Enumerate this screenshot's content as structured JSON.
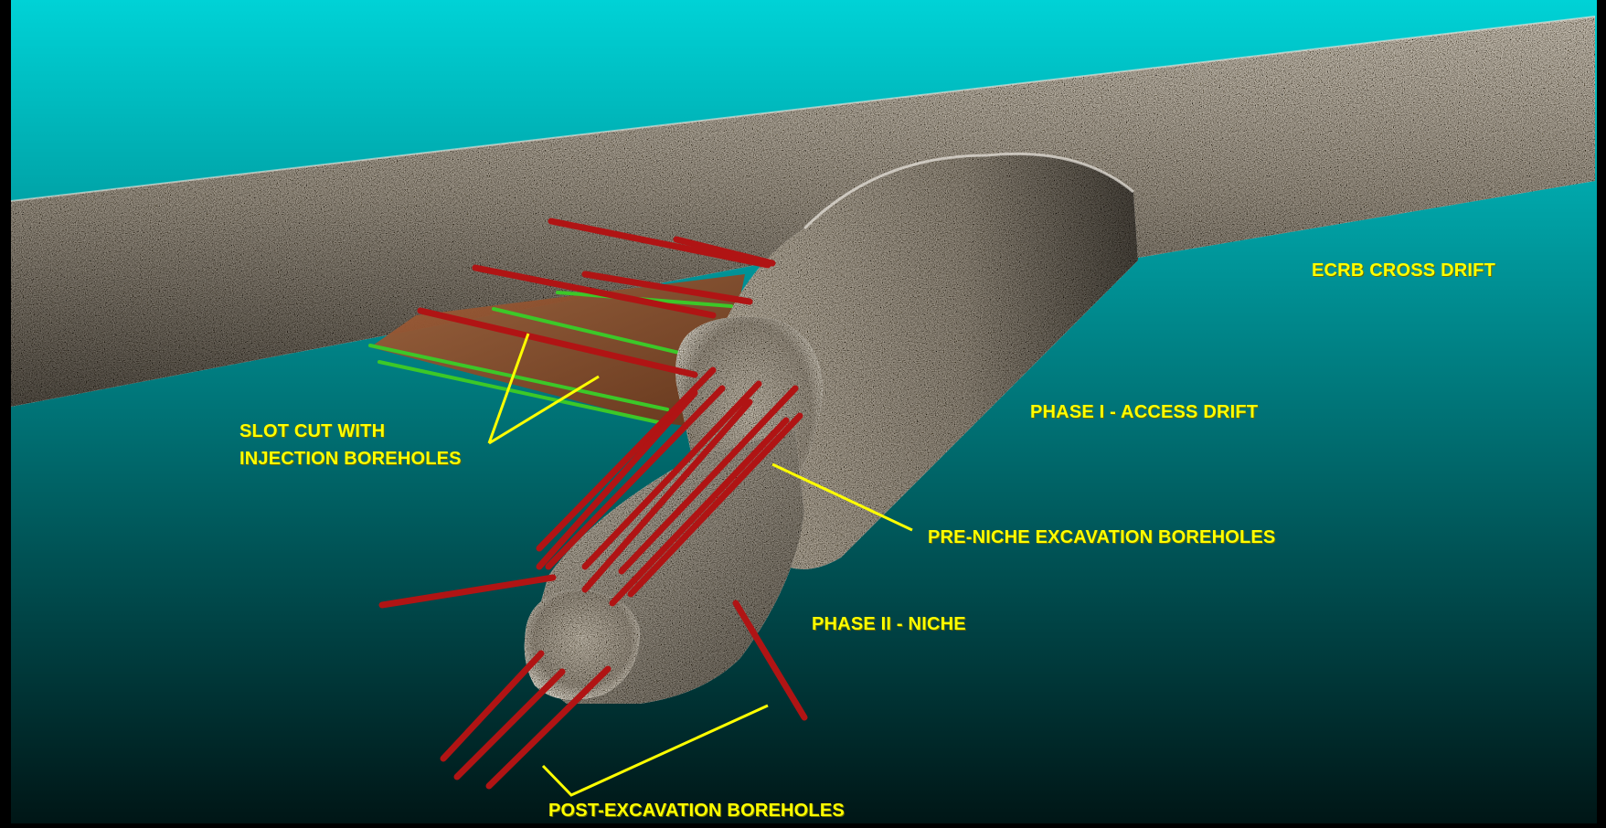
{
  "labels": {
    "ecrb": "ECRB CROSS DRIFT",
    "phase1": "PHASE I - ACCESS DRIFT",
    "pre_niche": "PRE-NICHE EXCAVATION BOREHOLES",
    "phase2": "PHASE II - NICHE",
    "slot_line1": "SLOT CUT WITH",
    "slot_line2": "INJECTION BOREHOLES",
    "post": "POST-EXCAVATION BOREHOLES"
  },
  "colors": {
    "background_top": "#00c8cc",
    "background_bottom": "#001a1a",
    "label": "#ffff00",
    "leader_line": "#ffff00",
    "borehole_red": "#b01010",
    "borehole_green": "#40c020",
    "slot_brown": "#8a4a22",
    "rock": "#8c8478",
    "frame": "#000000"
  }
}
